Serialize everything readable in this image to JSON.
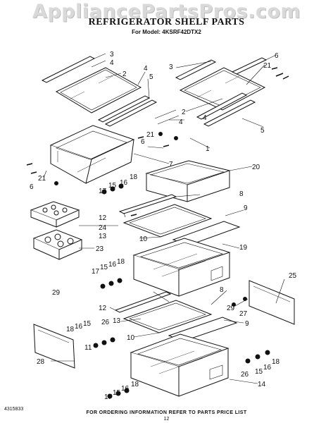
{
  "watermark": "AppliancePartsPros.com",
  "title": "REFRIGERATOR SHELF PARTS",
  "model": "For Model: 4KSRF42DTX2",
  "footer": {
    "code": "4315833",
    "note": "FOR ORDERING INFORMATION REFER TO PARTS PRICE LIST",
    "page": "12"
  },
  "callouts": [
    "3",
    "4",
    "2",
    "4",
    "5",
    "3",
    "6",
    "21",
    "4",
    "2",
    "4",
    "5",
    "6",
    "21",
    "1",
    "7",
    "21",
    "6",
    "20",
    "18",
    "16",
    "15",
    "17",
    "8",
    "9",
    "12",
    "24",
    "13",
    "10",
    "23",
    "19",
    "17",
    "15",
    "16",
    "18",
    "29",
    "8",
    "12",
    "13",
    "10",
    "18",
    "16",
    "15",
    "26",
    "9",
    "28",
    "11",
    "25",
    "29",
    "27",
    "18",
    "16",
    "15",
    "26",
    "14",
    "18",
    "16",
    "15",
    "17"
  ]
}
